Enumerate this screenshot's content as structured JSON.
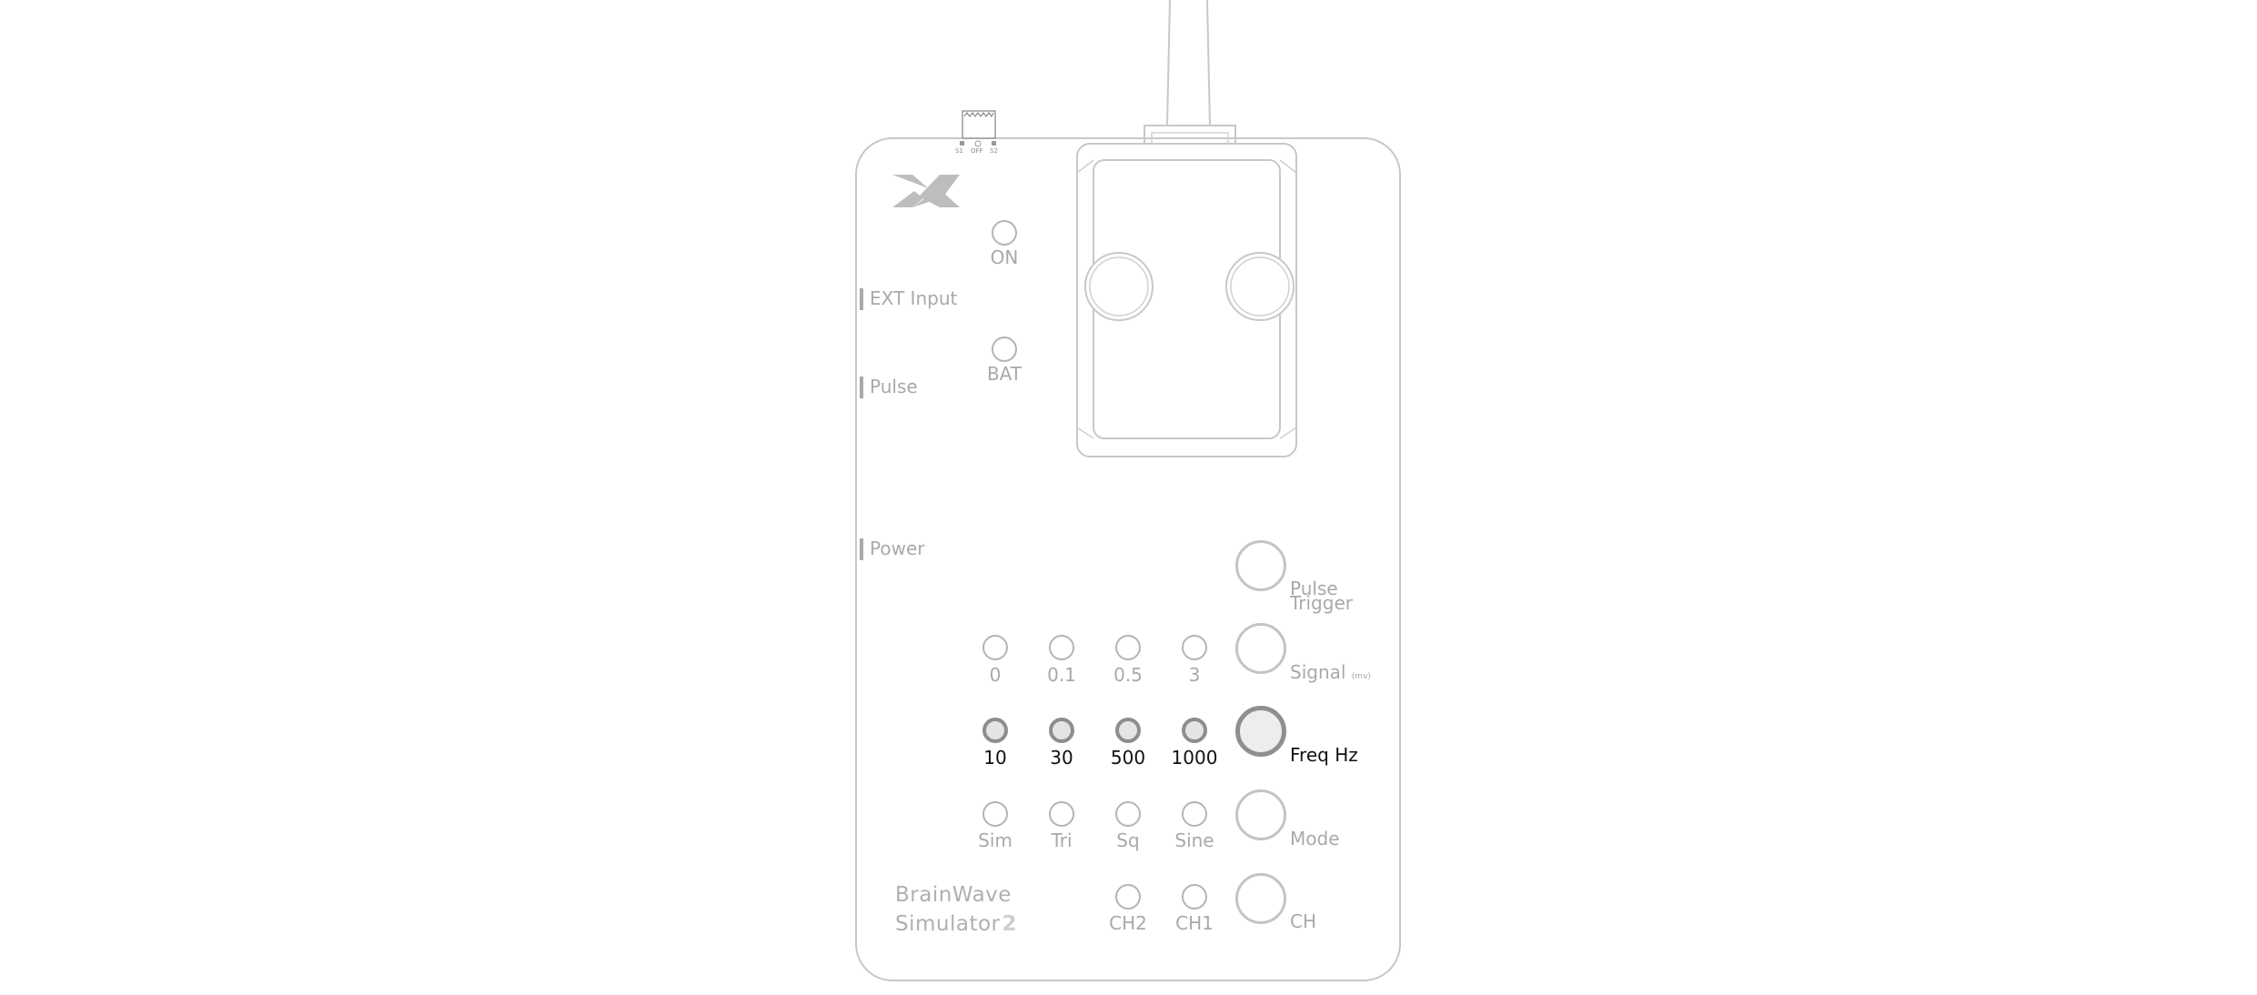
{
  "device": {
    "status_leds": [
      {
        "name": "on-led",
        "label": "ON"
      },
      {
        "name": "bat-led",
        "label": "BAT"
      }
    ],
    "side_ports": [
      {
        "name": "ext-input-port",
        "label": "EXT Input"
      },
      {
        "name": "pulse-port",
        "label": "Pulse"
      },
      {
        "name": "power-port",
        "label": "Power"
      }
    ],
    "switch_positions": [
      "S1",
      "OFF",
      "S2"
    ],
    "signal_options": [
      "0",
      "0.1",
      "0.5",
      "3"
    ],
    "freq_options": [
      "10",
      "30",
      "500",
      "1000"
    ],
    "mode_options": [
      "Sim",
      "Tri",
      "Sq",
      "Sine"
    ],
    "channel_options": [
      "CH2",
      "CH1"
    ],
    "buttons": {
      "pulse_trigger_line1": "Pulse",
      "pulse_trigger_line2": "Trigger",
      "signal": "Signal",
      "signal_unit": "(mv)",
      "freq": "Freq Hz",
      "mode": "Mode",
      "ch": "CH"
    },
    "brand": {
      "line1": "BrainWave",
      "line2": "Simulator",
      "version": "2"
    },
    "active_row": "freq",
    "colors": {
      "outline": "#c4c4c4",
      "label": "#a9a9a9",
      "active": "#8d8d8d",
      "active_text": "#111111"
    }
  }
}
